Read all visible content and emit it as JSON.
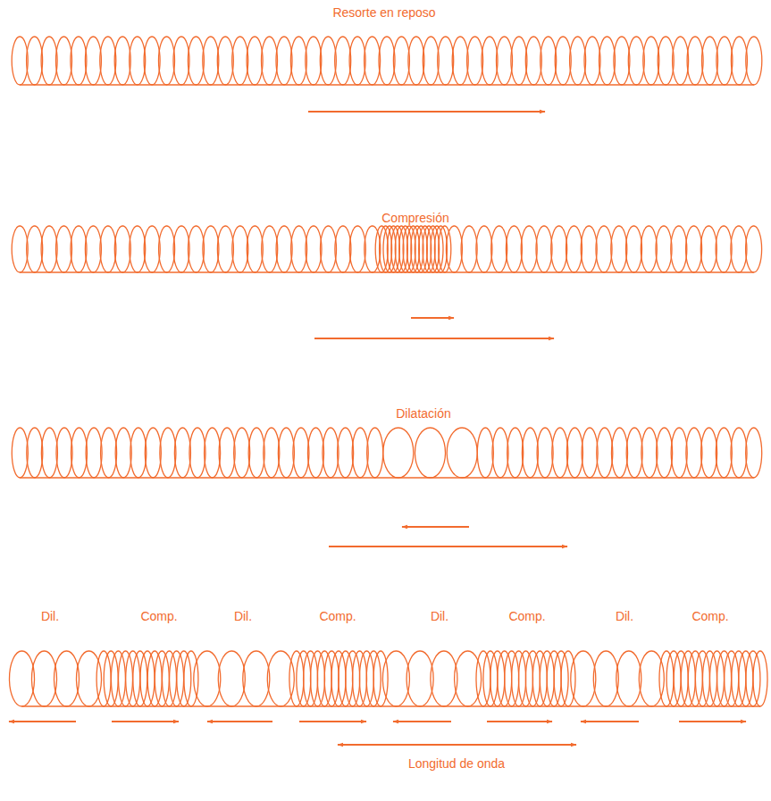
{
  "diagram": {
    "labels": [
      "Resorte en reposo",
      "Compresión",
      "Dilatación",
      "Dil.",
      "Comp.",
      "Dil.",
      "Comp.",
      "Dil.",
      "Comp.",
      "Dil.",
      "Comp.",
      "Longitud de onda"
    ]
  }
}
